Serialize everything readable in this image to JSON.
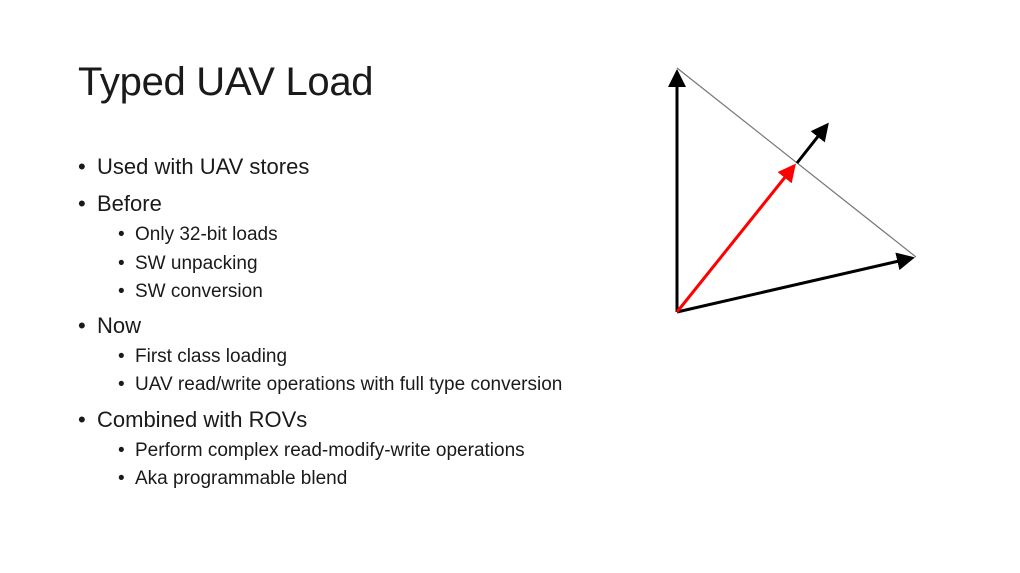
{
  "slide": {
    "title": "Typed UAV Load",
    "bullets": [
      {
        "text": "Used with UAV stores"
      },
      {
        "text": "Before",
        "sub": [
          "Only 32-bit loads",
          "SW unpacking",
          "SW conversion"
        ]
      },
      {
        "text": "Now",
        "sub": [
          "First class loading",
          "UAV read/write operations with full type conversion"
        ]
      },
      {
        "text": "Combined with ROVs",
        "sub": [
          "Perform complex read-modify-write operations",
          "Aka programmable blend"
        ]
      }
    ]
  },
  "diagram": {
    "accent_color": "#ff0000",
    "line_color": "#000000"
  }
}
